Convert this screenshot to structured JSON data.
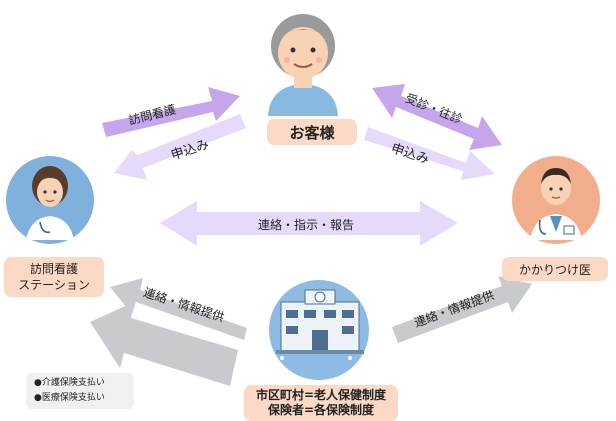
{
  "nodes": {
    "client": "お客様",
    "nurse_line1": "訪問看護",
    "nurse_line2": "ステーション",
    "doctor": "かかりつけ医",
    "city_line1": "市区町村=老人保健制度",
    "city_line2": "保険者=各保険制度"
  },
  "arrows": {
    "visit_nursing": "訪問看護",
    "apply_nurse": "申込み",
    "consult_visit": "受診・往診",
    "apply_doctor": "申込み",
    "contact_center": "連絡・指示・報告",
    "contact_info_left": "連絡・情報提供",
    "contact_info_right": "連絡・情報提供"
  },
  "legend": {
    "item1": "●介護保険支払い",
    "item2": "●医療保険支払い"
  },
  "colors": {
    "purple": "#c6a6ea",
    "light_purple": "#e6dafa",
    "gray": "#c8cacd",
    "peach": "#fbd9c4",
    "nurse_circle": "#80b0dc",
    "doctor_circle": "#f2ad8c",
    "city_circle": "#8dbbe4"
  }
}
